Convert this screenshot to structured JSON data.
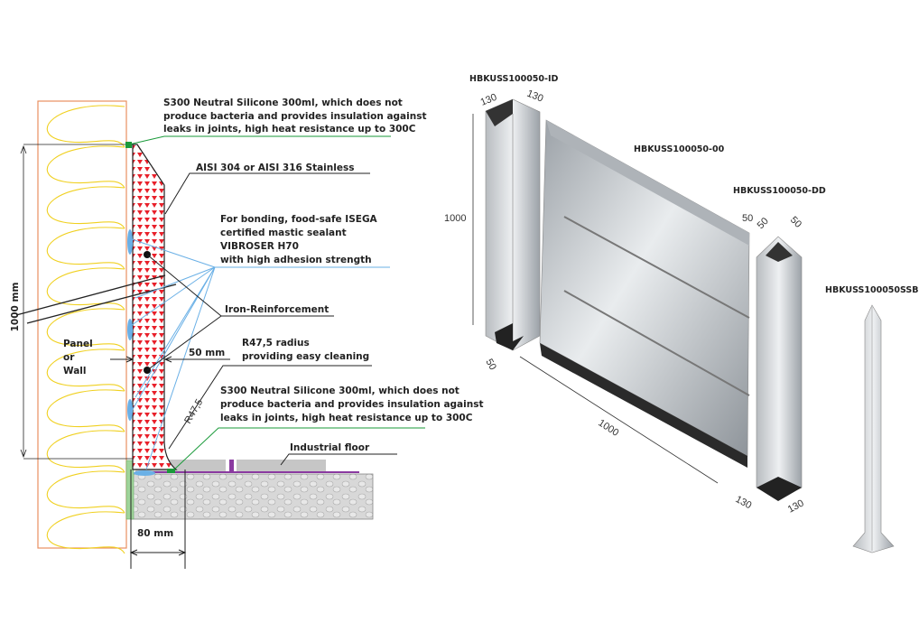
{
  "section_detail": {
    "silicone_top": [
      "S300 Neutral Silicone 300ml, which does not",
      "produce bacteria and provides insulation against",
      "leaks in joints, high heat resistance up to 300C"
    ],
    "stainless": "AISI 304 or AISI 316 Stainless",
    "sealant": [
      "For bonding, food-safe ISEGA",
      "certified mastic sealant",
      "VIBROSER H70",
      "with high adhesion strength"
    ],
    "iron": "Iron-Reinforcement",
    "panel": [
      "Panel",
      "or",
      "Wall"
    ],
    "width_50": "50 mm",
    "radius": [
      "R47,5 radius",
      "providing easy cleaning"
    ],
    "radius_mark": "R47,5",
    "silicone_bottom": [
      "S300 Neutral Silicone 300ml, which does not",
      "produce bacteria and provides insulation against",
      "leaks in joints, high heat resistance up to 300C"
    ],
    "floor": "Industrial floor",
    "height": "1000 mm",
    "depth_80": "80 mm"
  },
  "products": {
    "id": {
      "code": "HBKUSS100050-ID",
      "dims": [
        "130",
        "130",
        "1000",
        "50"
      ]
    },
    "panel": {
      "code": "HBKUSS100050-00",
      "length": "1000"
    },
    "dd": {
      "code": "HBKUSS100050-DD",
      "dims": [
        "50",
        "50",
        "50",
        "130",
        "130"
      ]
    },
    "ssb": {
      "code": "HBKUSS100050SSB"
    }
  },
  "colors": {
    "silicone": "#1a9a3a",
    "sealant": "#6ab0e6",
    "panel_fill": "#e8202a",
    "insulation": "#f0d020",
    "frame": "#e89060"
  }
}
